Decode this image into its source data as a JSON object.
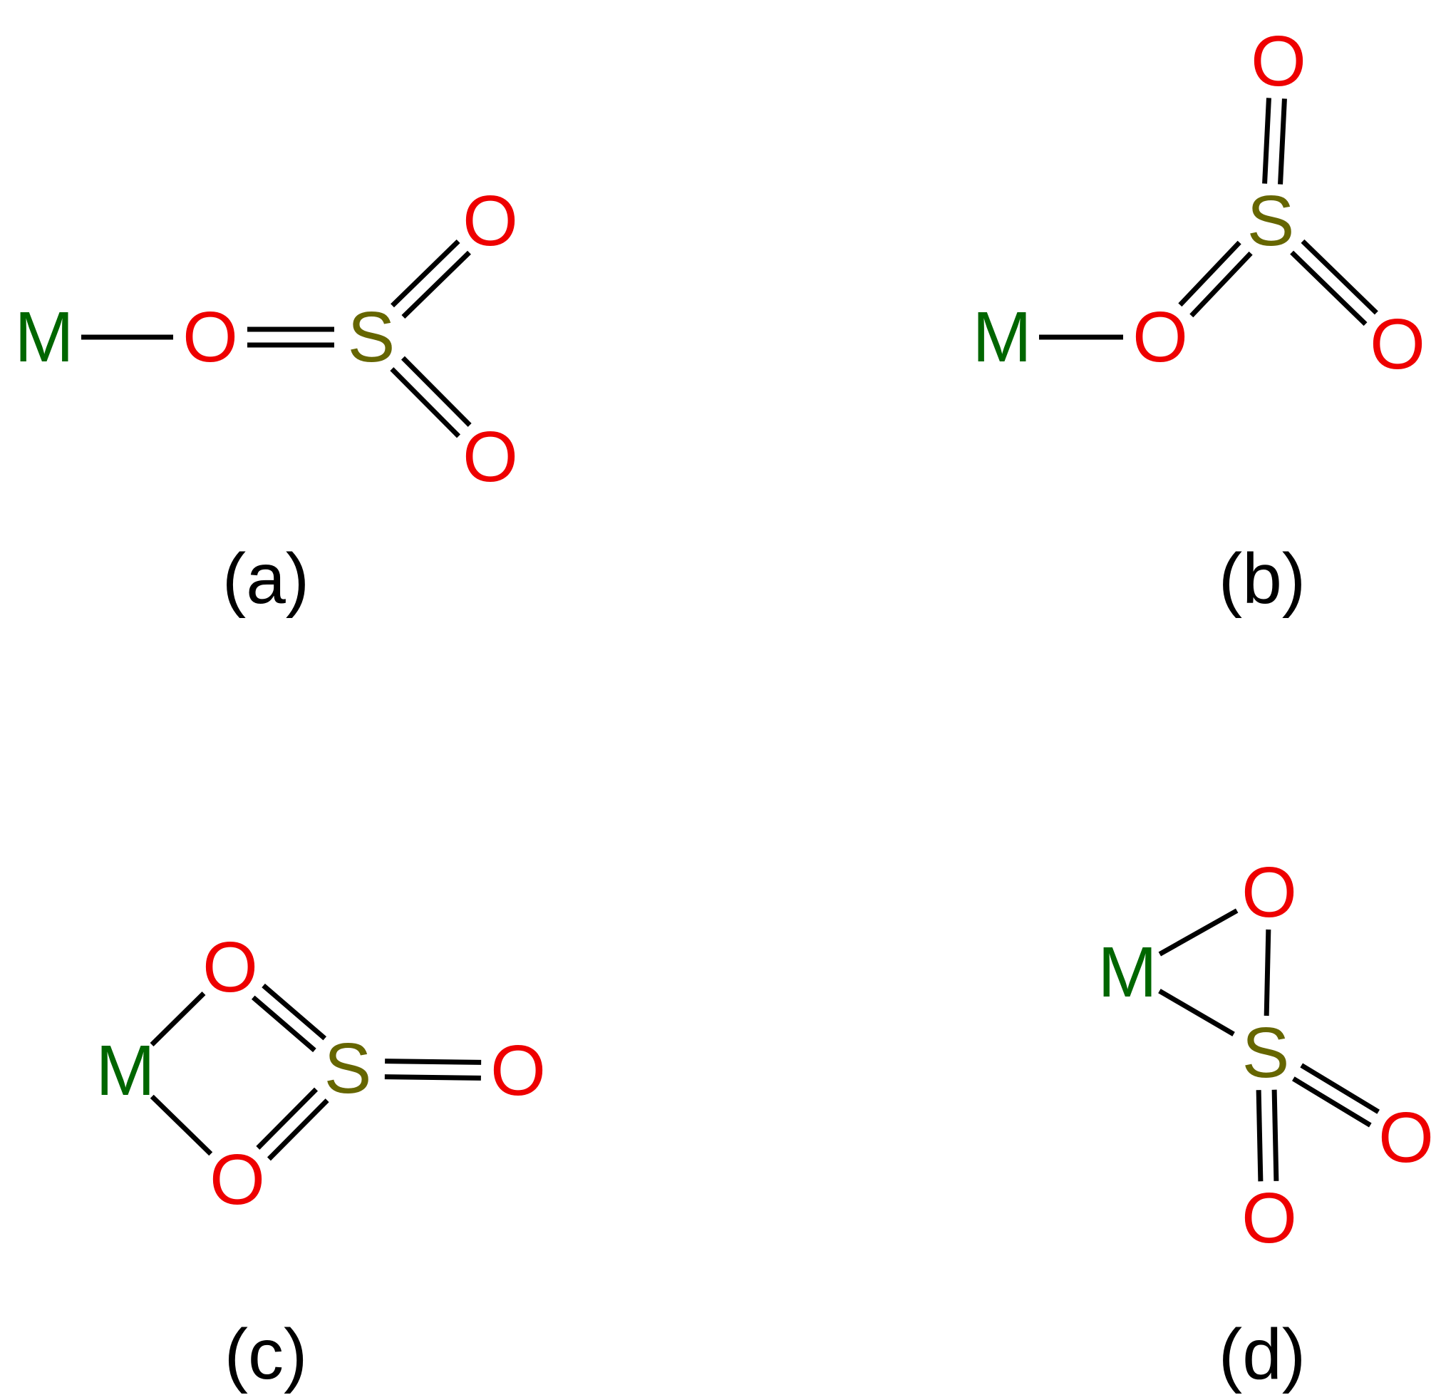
{
  "colors": {
    "metal": "#006600",
    "oxygen": "#ee0000",
    "sulfur": "#666600",
    "bond": "#000000",
    "caption": "#000000"
  },
  "structures": [
    {
      "caption": "(a)",
      "atoms": [
        {
          "id": "M",
          "label": "M",
          "element": "metal"
        },
        {
          "id": "O1",
          "label": "O",
          "element": "oxygen"
        },
        {
          "id": "S",
          "label": "S",
          "element": "sulfur"
        },
        {
          "id": "O2",
          "label": "O",
          "element": "oxygen"
        },
        {
          "id": "O3",
          "label": "O",
          "element": "oxygen"
        }
      ],
      "bonds": [
        {
          "from": "M",
          "to": "O1",
          "order": 1
        },
        {
          "from": "O1",
          "to": "S",
          "order": 2
        },
        {
          "from": "S",
          "to": "O2",
          "order": 2
        },
        {
          "from": "S",
          "to": "O3",
          "order": 2
        }
      ]
    },
    {
      "caption": "(b)",
      "atoms": [
        {
          "id": "M",
          "label": "M",
          "element": "metal"
        },
        {
          "id": "O1",
          "label": "O",
          "element": "oxygen"
        },
        {
          "id": "S",
          "label": "S",
          "element": "sulfur"
        },
        {
          "id": "O2",
          "label": "O",
          "element": "oxygen"
        },
        {
          "id": "O3",
          "label": "O",
          "element": "oxygen"
        }
      ],
      "bonds": [
        {
          "from": "M",
          "to": "O1",
          "order": 1
        },
        {
          "from": "O1",
          "to": "S",
          "order": 2
        },
        {
          "from": "S",
          "to": "O2",
          "order": 2
        },
        {
          "from": "S",
          "to": "O3",
          "order": 2
        }
      ]
    },
    {
      "caption": "(c)",
      "atoms": [
        {
          "id": "M",
          "label": "M",
          "element": "metal"
        },
        {
          "id": "O1",
          "label": "O",
          "element": "oxygen"
        },
        {
          "id": "O2",
          "label": "O",
          "element": "oxygen"
        },
        {
          "id": "S",
          "label": "S",
          "element": "sulfur"
        },
        {
          "id": "O3",
          "label": "O",
          "element": "oxygen"
        }
      ],
      "bonds": [
        {
          "from": "M",
          "to": "O1",
          "order": 1
        },
        {
          "from": "M",
          "to": "O2",
          "order": 1
        },
        {
          "from": "O1",
          "to": "S",
          "order": 2
        },
        {
          "from": "O2",
          "to": "S",
          "order": 2
        },
        {
          "from": "S",
          "to": "O3",
          "order": 2
        }
      ]
    },
    {
      "caption": "(d)",
      "atoms": [
        {
          "id": "M",
          "label": "M",
          "element": "metal"
        },
        {
          "id": "O1",
          "label": "O",
          "element": "oxygen"
        },
        {
          "id": "S",
          "label": "S",
          "element": "sulfur"
        },
        {
          "id": "O2",
          "label": "O",
          "element": "oxygen"
        },
        {
          "id": "O3",
          "label": "O",
          "element": "oxygen"
        }
      ],
      "bonds": [
        {
          "from": "M",
          "to": "O1",
          "order": 1
        },
        {
          "from": "M",
          "to": "S",
          "order": 1
        },
        {
          "from": "O1",
          "to": "S",
          "order": 1
        },
        {
          "from": "S",
          "to": "O2",
          "order": 2
        },
        {
          "from": "S",
          "to": "O3",
          "order": 2
        }
      ]
    }
  ]
}
